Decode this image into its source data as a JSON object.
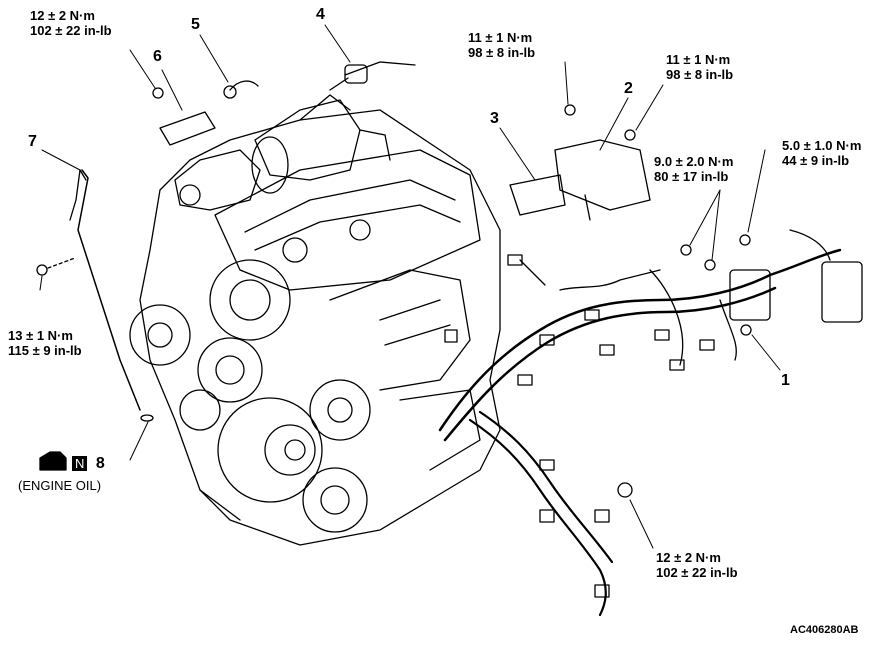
{
  "callouts": {
    "c1": {
      "number": "1"
    },
    "c2": {
      "number": "2"
    },
    "c3": {
      "number": "3"
    },
    "c4": {
      "number": "4"
    },
    "c5": {
      "number": "5"
    },
    "c6": {
      "number": "6"
    },
    "c7": {
      "number": "7"
    },
    "c8": {
      "number": "8",
      "badge": "N"
    }
  },
  "torques": {
    "t_top_left": {
      "nm": "12 ± 2 N·m",
      "inlb": "102 ± 22 in-lb"
    },
    "t_mid_top": {
      "nm": "11 ± 1 N·m",
      "inlb": "98 ± 8 in-lb"
    },
    "t_right_top": {
      "nm": "11 ± 1 N·m",
      "inlb": "98 ± 8 in-lb"
    },
    "t_9": {
      "nm": "9.0 ± 2.0 N·m",
      "inlb": "80 ± 17 in-lb"
    },
    "t_5": {
      "nm": "5.0 ± 1.0 N·m",
      "inlb": "44 ± 9 in-lb"
    },
    "t_left": {
      "nm": "13 ± 1 N·m",
      "inlb": "115 ± 9 in-lb"
    },
    "t_bottom": {
      "nm": "12 ± 2 N·m",
      "inlb": "102 ± 22 in-lb"
    }
  },
  "engine_oil_label": "(ENGINE OIL)",
  "figure_code": "AC406280AB"
}
